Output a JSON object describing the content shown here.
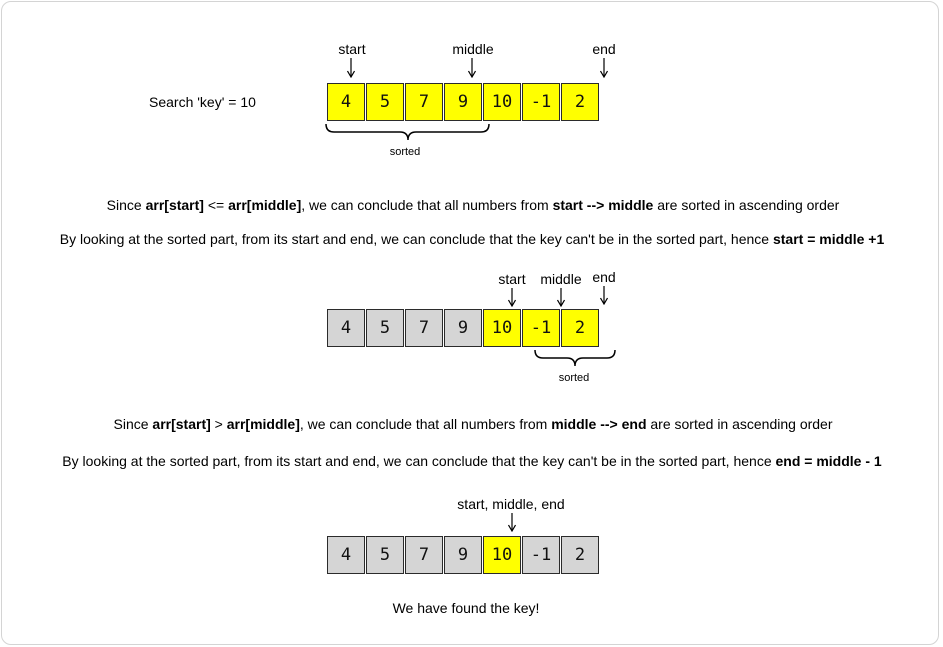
{
  "search_label": "Search 'key' = 10",
  "step1": {
    "pointers": {
      "start": "start",
      "middle": "middle",
      "end": "end"
    },
    "cells": [
      {
        "value": "4",
        "state": "active"
      },
      {
        "value": "5",
        "state": "active"
      },
      {
        "value": "7",
        "state": "active"
      },
      {
        "value": "9",
        "state": "active"
      },
      {
        "value": "10",
        "state": "active"
      },
      {
        "value": "-1",
        "state": "active"
      },
      {
        "value": "2",
        "state": "active"
      }
    ],
    "brace_label": "sorted",
    "explanation": {
      "p1": "Since ",
      "b1": "arr[start]",
      "p2": " <= ",
      "b2": "arr[middle]",
      "p3": ", we can conclude that all numbers from ",
      "b3": "start --> middle",
      "p4": " are sorted in ascending order"
    },
    "conclusion": {
      "p1": "By looking at the sorted part, from its start and end, we can conclude that the key can't be in the sorted part, hence ",
      "b1": "start = middle +1"
    }
  },
  "step2": {
    "pointers": {
      "start": "start",
      "middle": "middle",
      "end": "end"
    },
    "cells": [
      {
        "value": "4",
        "state": "excluded"
      },
      {
        "value": "5",
        "state": "excluded"
      },
      {
        "value": "7",
        "state": "excluded"
      },
      {
        "value": "9",
        "state": "excluded"
      },
      {
        "value": "10",
        "state": "active"
      },
      {
        "value": "-1",
        "state": "active"
      },
      {
        "value": "2",
        "state": "active"
      }
    ],
    "brace_label": "sorted",
    "explanation": {
      "p1": "Since ",
      "b1": "arr[start]",
      "p2": " >  ",
      "b2": "arr[middle]",
      "p3": ", we can conclude that all numbers from ",
      "b3": "middle --> end",
      "p4": " are sorted in ascending order"
    },
    "conclusion": {
      "p1": "By looking at the sorted part, from its start and end, we can conclude that the key can't be in the sorted part, hence ",
      "b1": "end = middle - 1"
    }
  },
  "step3": {
    "pointer_label": "start, middle, end",
    "cells": [
      {
        "value": "4",
        "state": "excluded"
      },
      {
        "value": "5",
        "state": "excluded"
      },
      {
        "value": "7",
        "state": "excluded"
      },
      {
        "value": "9",
        "state": "excluded"
      },
      {
        "value": "10",
        "state": "active"
      },
      {
        "value": "-1",
        "state": "excluded"
      },
      {
        "value": "2",
        "state": "excluded"
      }
    ],
    "result": "We have found the key!"
  },
  "colors": {
    "active": "#ffff00",
    "excluded": "#d5d5d5",
    "border": "#2b2b2b"
  }
}
